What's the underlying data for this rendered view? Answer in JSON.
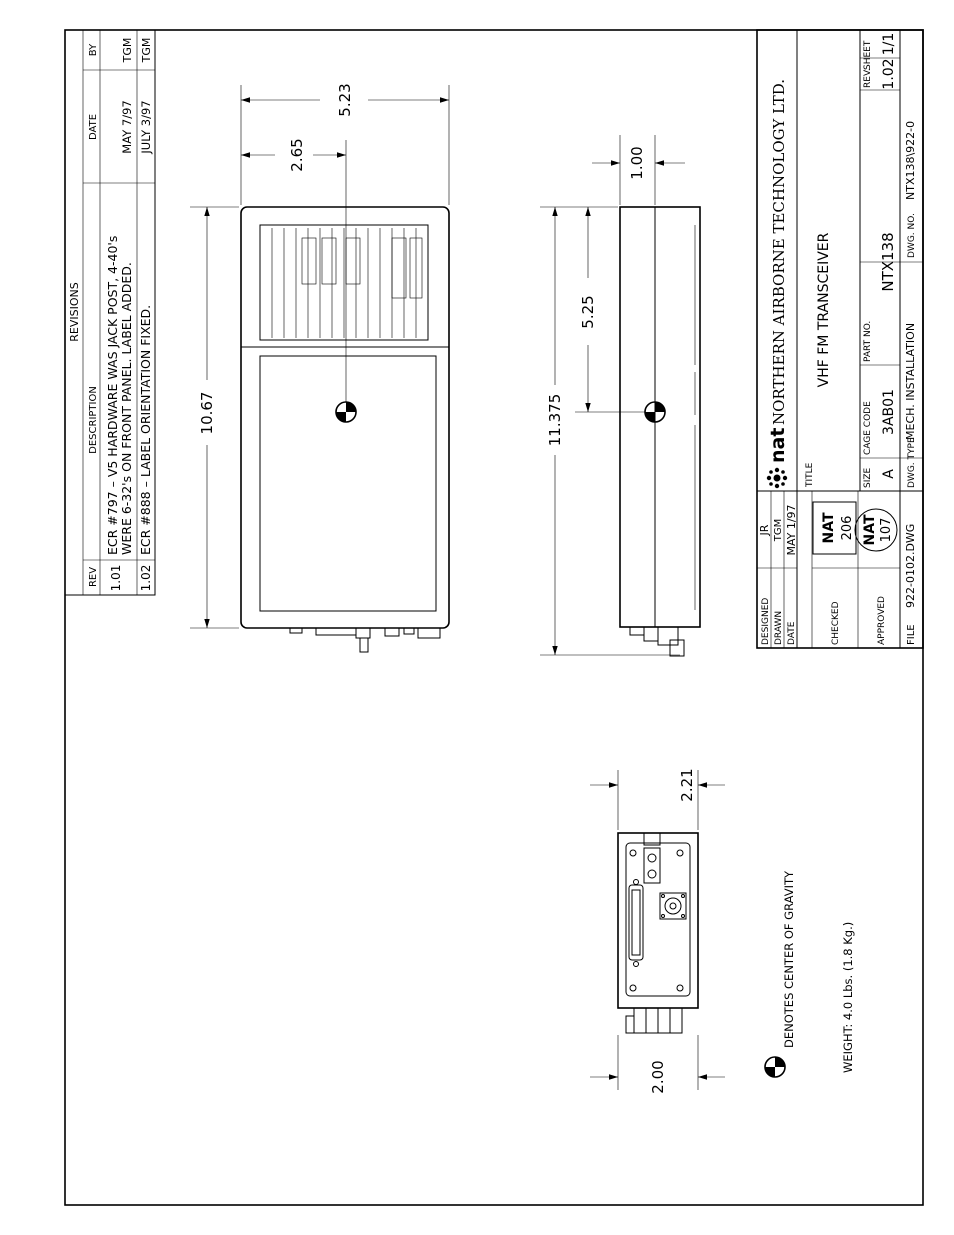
{
  "revisions": {
    "title": "REVISIONS",
    "headers": {
      "rev": "REV",
      "description": "DESCRIPTION",
      "date": "DATE",
      "by": "BY"
    },
    "rows": [
      {
        "rev": "1.01",
        "line1": "ECR #797 – V5 HARDWARE WAS JACK POST, 4-40's",
        "line2": "WERE 6-32's ON FRONT PANEL. LABEL ADDED.",
        "date": "MAY 7/97",
        "by": "TGM"
      },
      {
        "rev": "1.02",
        "line1": "ECR #888 – LABEL ORIENTATION FIXED.",
        "line2": "",
        "date": "JULY 3/97",
        "by": "TGM"
      }
    ]
  },
  "dimensions": {
    "top_overall": "5.23",
    "top_cg": "2.65",
    "top_length": "10.67",
    "side_length": "11.375",
    "side_cg": "5.25",
    "side_height": "1.00",
    "end_height": "2.21",
    "end_width": "2.00"
  },
  "notes": {
    "cg_legend": "DENOTES CENTER OF GRAVITY",
    "weight": "WEIGHT: 4.0 Lbs. (1.8 Kg.)"
  },
  "title_block": {
    "company_logo": "nat",
    "company": "NORTHERN AIRBORNE TECHNOLOGY LTD.",
    "title_label": "TITLE",
    "title": "VHF FM TRANSCEIVER",
    "labels": {
      "designed": "DESIGNED",
      "drawn": "DRAWN",
      "date": "DATE",
      "checked": "CHECKED",
      "approved": "APPROVED",
      "file": "FILE",
      "size": "SIZE",
      "cage_code": "CAGE CODE",
      "part_no": "PART NO.",
      "rev": "REV.",
      "sheet": "SHEET",
      "dwg_type": "DWG. TYPE",
      "dwg_no": "DWG. NO."
    },
    "designed_by": "JR",
    "drawn_by": "TGM",
    "date_value": "MAY 1/97",
    "checked_stamp": [
      "NAT",
      "206"
    ],
    "approved_stamp": [
      "NAT",
      "107"
    ],
    "file_value": "922-0102.DWG",
    "size_value": "A",
    "cage_code_value": "3AB01",
    "part_no_value": "NTX138",
    "rev_value": "1.02",
    "sheet_value": "1/1",
    "dwg_type_value": "MECH. INSTALLATION",
    "dwg_no_value": "NTX138\\922-0"
  }
}
